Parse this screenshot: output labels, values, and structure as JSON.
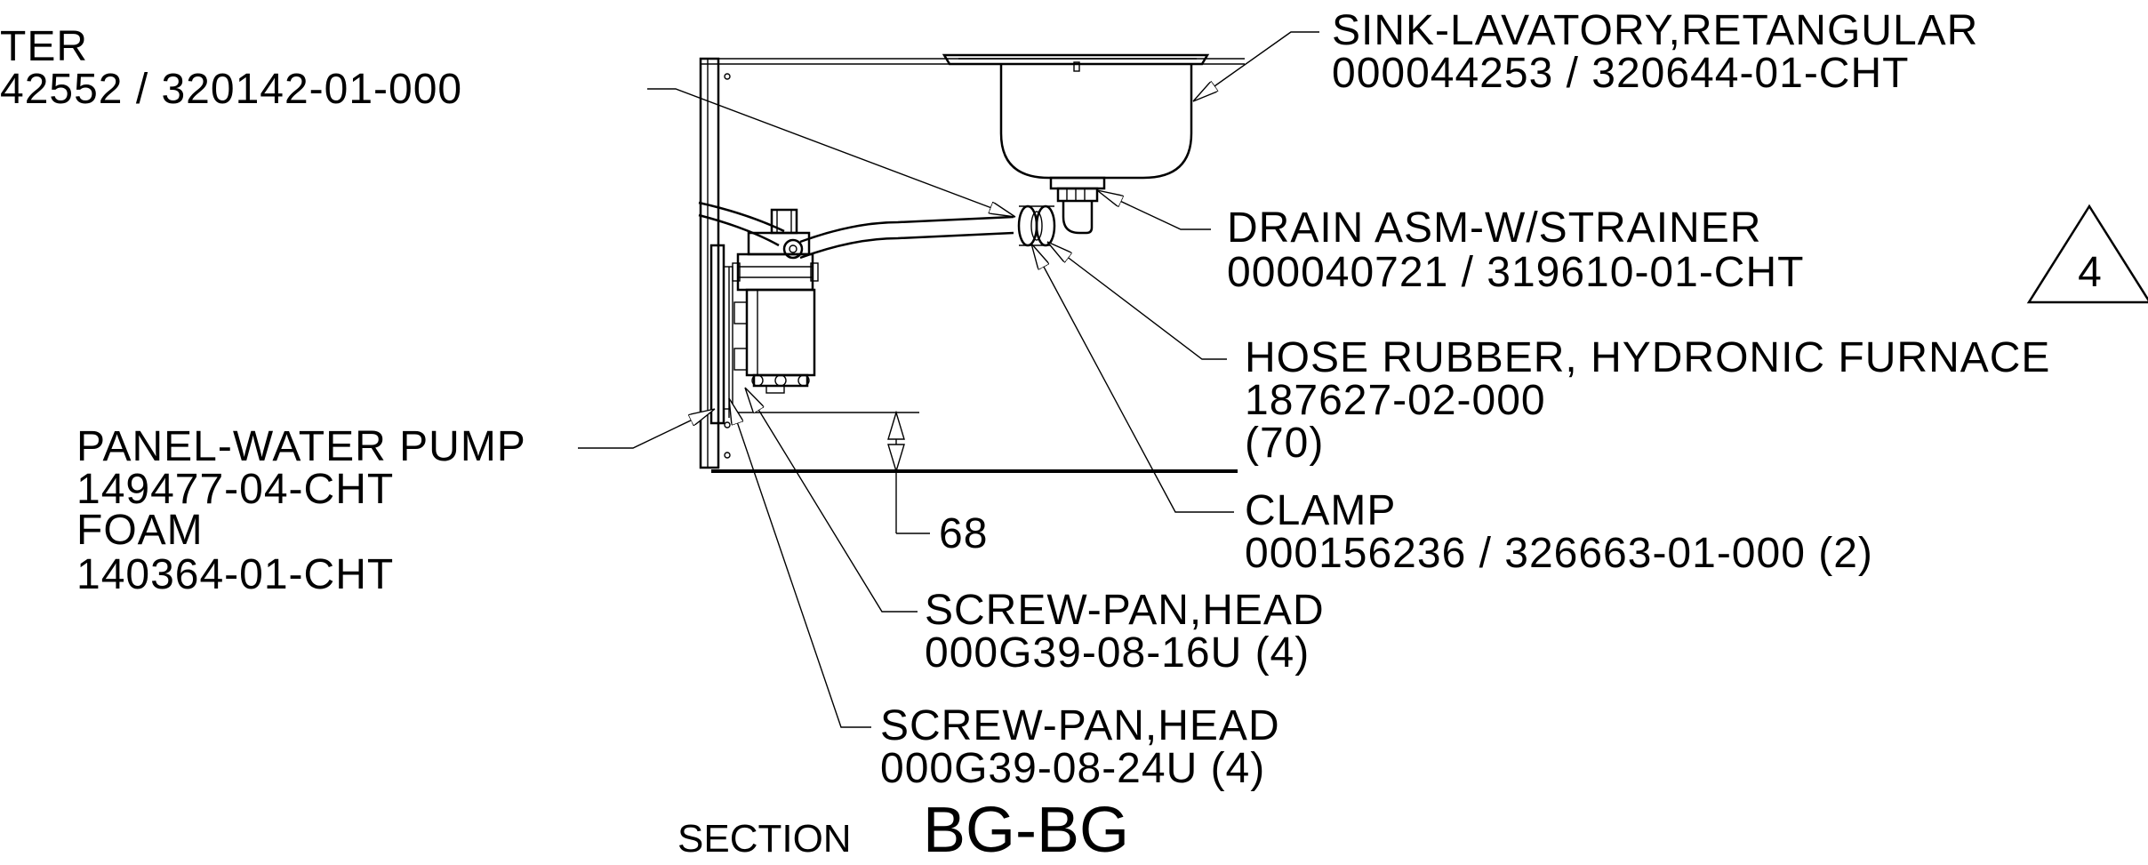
{
  "callouts": {
    "filter": {
      "line1": "TER",
      "line2": "42552 / 320142-01-000"
    },
    "sink": {
      "line1": "SINK-LAVATORY,RETANGULAR",
      "line2": "000044253 / 320644-01-CHT"
    },
    "drain": {
      "line1": "DRAIN ASM-W/STRAINER",
      "line2": "000040721 / 319610-01-CHT"
    },
    "hose": {
      "line1": "HOSE RUBBER, HYDRONIC FURNACE",
      "line2": "187627-02-000",
      "line3": "(70)"
    },
    "clamp": {
      "line1": "CLAMP",
      "line2": "000156236 / 326663-01-000 (2)"
    },
    "panel": {
      "line1": "PANEL-WATER PUMP",
      "line2": "149477-04-CHT",
      "line3": "FOAM",
      "line4": "140364-01-CHT"
    },
    "screw1": {
      "line1": "SCREW-PAN,HEAD",
      "line2": "000G39-08-16U (4)"
    },
    "screw2": {
      "line1": "SCREW-PAN,HEAD",
      "line2": "000G39-08-24U (4)"
    }
  },
  "dimension": {
    "value": "68"
  },
  "revision": {
    "number": "4"
  },
  "section": {
    "prefix": "SECTION",
    "id": "BG-BG"
  }
}
